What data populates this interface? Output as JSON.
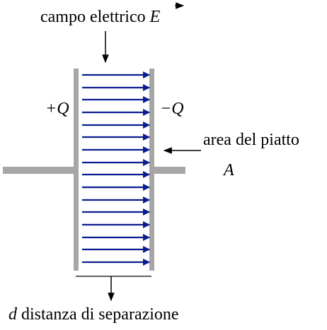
{
  "labels": {
    "field_text": "campo elettrico ",
    "field_symbol": "E",
    "plus_q": "+Q",
    "minus_q": "−Q",
    "area_text": "area del piatto",
    "area_symbol": "A",
    "distance_symbol": "d",
    "distance_text": " distanza di separazione"
  },
  "colors": {
    "plate": "#a6a6a6",
    "field_line": "#0b1c8f",
    "ink": "#000000"
  },
  "field": {
    "line_count": 16
  }
}
